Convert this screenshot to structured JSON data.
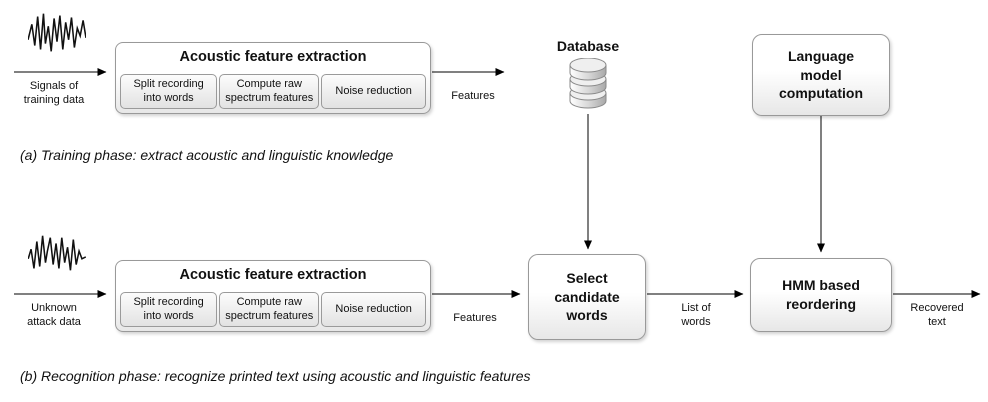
{
  "colors": {
    "box_border": "#999999",
    "box_fill_top": "#ffffff",
    "box_fill_bottom": "#e7e7e7",
    "arrow": "#000000",
    "text": "#111111"
  },
  "training": {
    "input_label": "Signals of\ntraining data",
    "afe": {
      "title": "Acoustic feature extraction",
      "steps": [
        "Split recording\ninto words",
        "Compute raw\nspectrum features",
        "Noise reduction"
      ]
    },
    "features_label": "Features",
    "database": {
      "label": "Database"
    },
    "language_model": {
      "label": "Language\nmodel\ncomputation"
    },
    "caption": "(a) Training phase: extract acoustic and linguistic knowledge"
  },
  "recognition": {
    "input_label": "Unknown\nattack data",
    "afe": {
      "title": "Acoustic feature extraction",
      "steps": [
        "Split recording\ninto words",
        "Compute raw\nspectrum features",
        "Noise reduction"
      ]
    },
    "features_label": "Features",
    "select_candidate": {
      "label": "Select\ncandidate\nwords"
    },
    "list_of_words_label": "List of\nwords",
    "hmm": {
      "label": "HMM based\nreordering"
    },
    "recovered_label": "Recovered\ntext",
    "caption": "(b) Recognition phase: recognize printed text using acoustic and linguistic features"
  }
}
